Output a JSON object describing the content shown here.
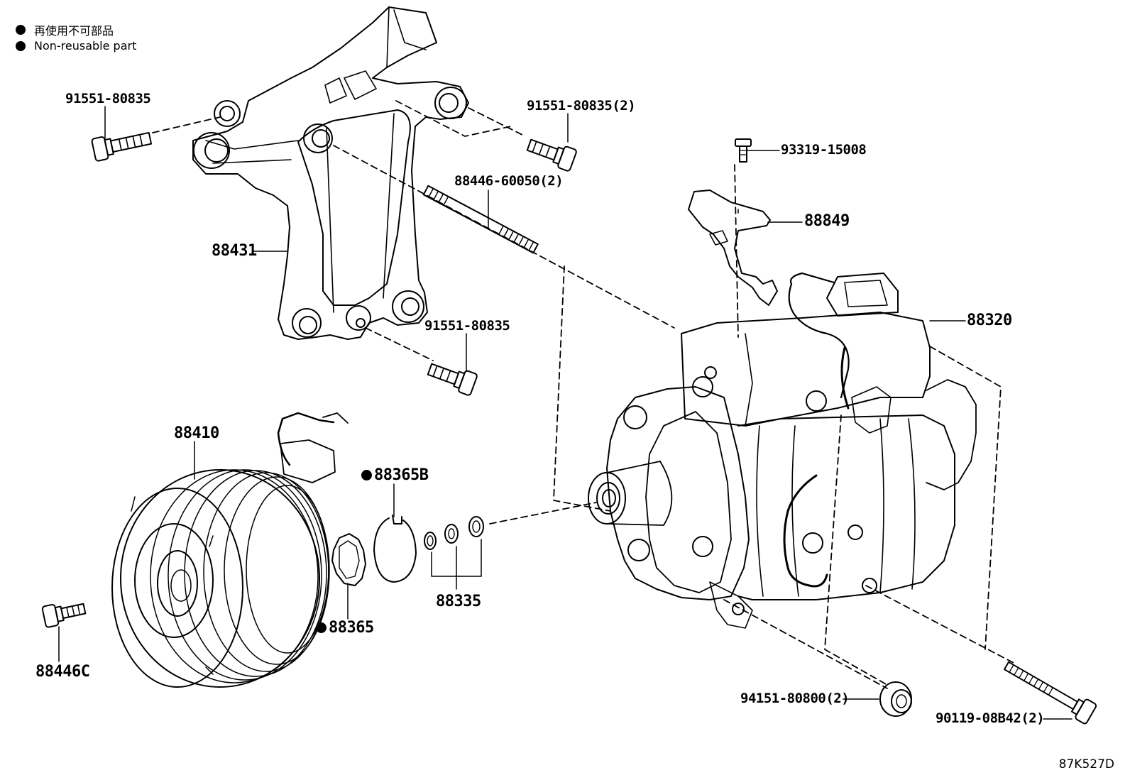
{
  "legend": {
    "jp": "再使用不可部品",
    "en": "Non-reusable part"
  },
  "labels": {
    "bolt_top_left": "91551-80835",
    "bolt_top_right": "91551-80835(2)",
    "stud": "88446-60050(2)",
    "bolt_mid": "91551-80835",
    "bracket": "88431",
    "screw": "93319-15008",
    "harness_bracket": "88849",
    "compressor": "88320",
    "pulley": "88410",
    "snap_ring": "88365B",
    "shims": "88335",
    "retainer": "88365",
    "bolt_pulley": "88446C",
    "nut": "94151-80800(2)",
    "long_bolt": "90119-08B42(2)"
  },
  "figure_code": "87K527D"
}
